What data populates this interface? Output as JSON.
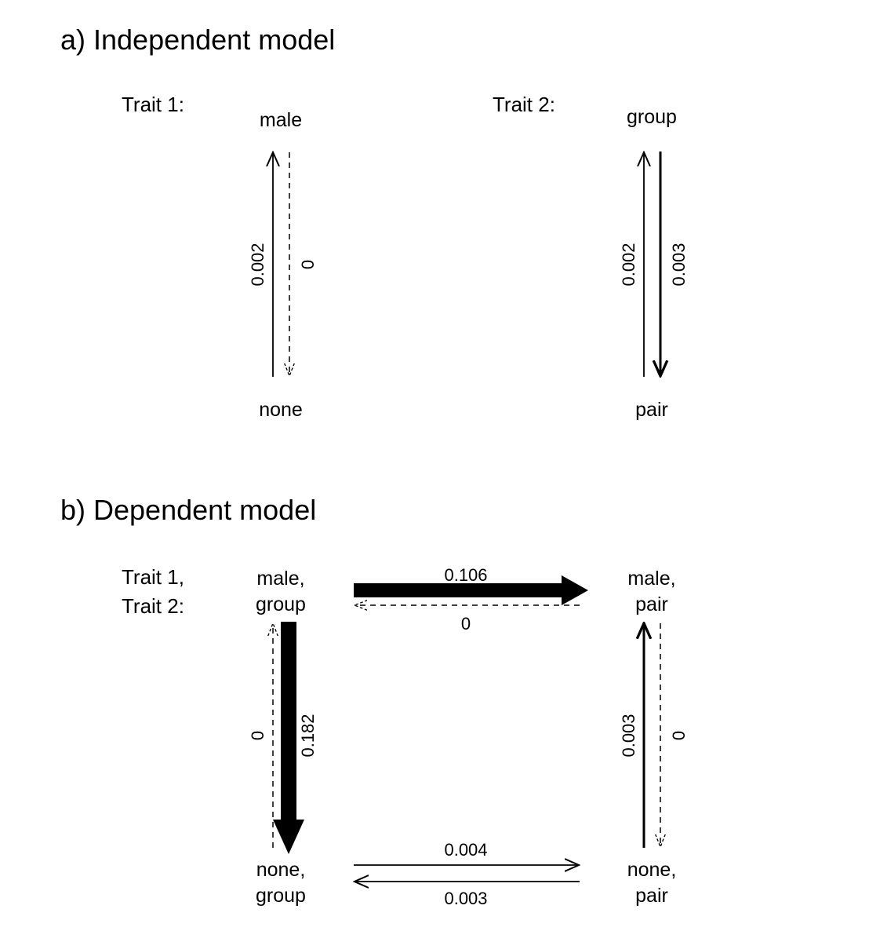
{
  "panel_a": {
    "title": "a) Independent model",
    "trait1": {
      "label": "Trait 1:",
      "top_state": "male",
      "bottom_state": "none",
      "rate_up": "0.002",
      "rate_down": "0"
    },
    "trait2": {
      "label": "Trait 2:",
      "top_state": "group",
      "bottom_state": "pair",
      "rate_up": "0.002",
      "rate_down": "0.003"
    }
  },
  "panel_b": {
    "title": "b) Dependent model",
    "trait_label_line1": "Trait 1,",
    "trait_label_line2": "Trait 2:",
    "states": {
      "male_group": [
        "male,",
        "group"
      ],
      "male_pair": [
        "male,",
        "pair"
      ],
      "none_group": [
        "none,",
        "group"
      ],
      "none_pair": [
        "none,",
        "pair"
      ]
    },
    "rates": {
      "male_group_to_male_pair": "0.106",
      "male_pair_to_male_group": "0",
      "male_group_to_none_group": "0.182",
      "none_group_to_male_group": "0",
      "none_pair_to_male_pair": "0.003",
      "male_pair_to_none_pair": "0",
      "none_group_to_none_pair": "0.004",
      "none_pair_to_none_group": "0.003"
    }
  }
}
